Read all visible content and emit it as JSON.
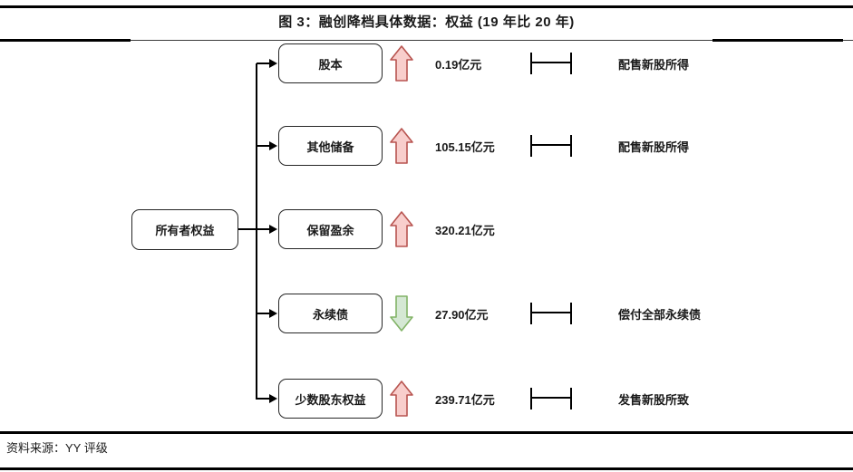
{
  "title": "图 3：融创降档具体数据：权益 (19 年比 20 年)",
  "source": "资料来源：YY 评级",
  "parent": {
    "label": "所有者权益"
  },
  "rows": [
    {
      "label": "股本",
      "direction": "up",
      "value": "0.19亿元",
      "note": "配售新股所得"
    },
    {
      "label": "其他储备",
      "direction": "up",
      "value": "105.15亿元",
      "note": "配售新股所得"
    },
    {
      "label": "保留盈余",
      "direction": "up",
      "value": "320.21亿元",
      "note": ""
    },
    {
      "label": "永续债",
      "direction": "down",
      "value": "27.90亿元",
      "note": "偿付全部永续债"
    },
    {
      "label": "少数股东权益",
      "direction": "up",
      "value": "239.71亿元",
      "note": "发售新股所致"
    }
  ],
  "colors": {
    "up_fill": "#f8cecc",
    "up_stroke": "#b85450",
    "down_fill": "#d5e8d4",
    "down_stroke": "#82b366",
    "line": "#000000"
  }
}
